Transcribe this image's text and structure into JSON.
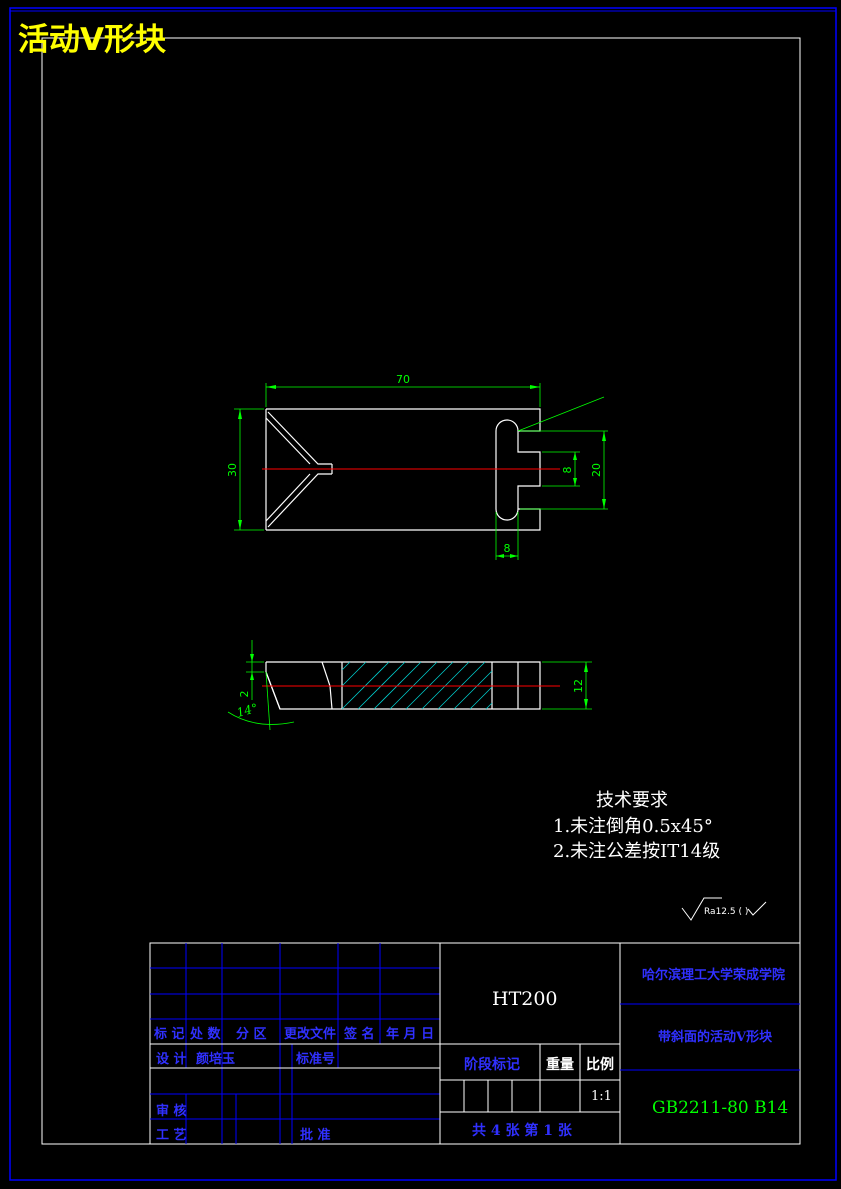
{
  "title": "活动V形块",
  "dimensions": {
    "length": "70",
    "height": "30",
    "slot_width": "8",
    "slot_span": "20",
    "slot_depth": "8",
    "thickness": "12",
    "chamfer_depth": "2",
    "angle": "14°"
  },
  "tech_requirements": {
    "heading": "技术要求",
    "items": [
      "1.未注倒角0.5x45°",
      "2.未注公差按IT14级"
    ]
  },
  "surface_finish": "Ra12.5 (  )",
  "title_block": {
    "rev_headers": [
      "标",
      "记",
      "处",
      "数",
      "分",
      "区",
      "更改文件",
      "签",
      "名",
      "年",
      "月",
      "日"
    ],
    "row_design": "设 计",
    "designer": "颜培玉",
    "standardize": "标准号",
    "row_check": "审 核",
    "row_process": "工 艺",
    "approve": "批 准",
    "material": "HT200",
    "stage_label": "阶段标记",
    "weight_label": "重量",
    "scale_label": "比例",
    "scale_value": "1:1",
    "sheets": "共 4 张    第 1 张",
    "school": "哈尔滨理工大学荣成学院",
    "part_name": "带斜面的活动V形块",
    "drawing_no": "GB2211-80  B14"
  },
  "colors": {
    "background": "#000000",
    "outline": "#ffffff",
    "dimension": "#00ff00",
    "centerline": "#ff0000",
    "hatch": "#00cccc",
    "frame": "#0000ff",
    "title": "#ffff00"
  }
}
